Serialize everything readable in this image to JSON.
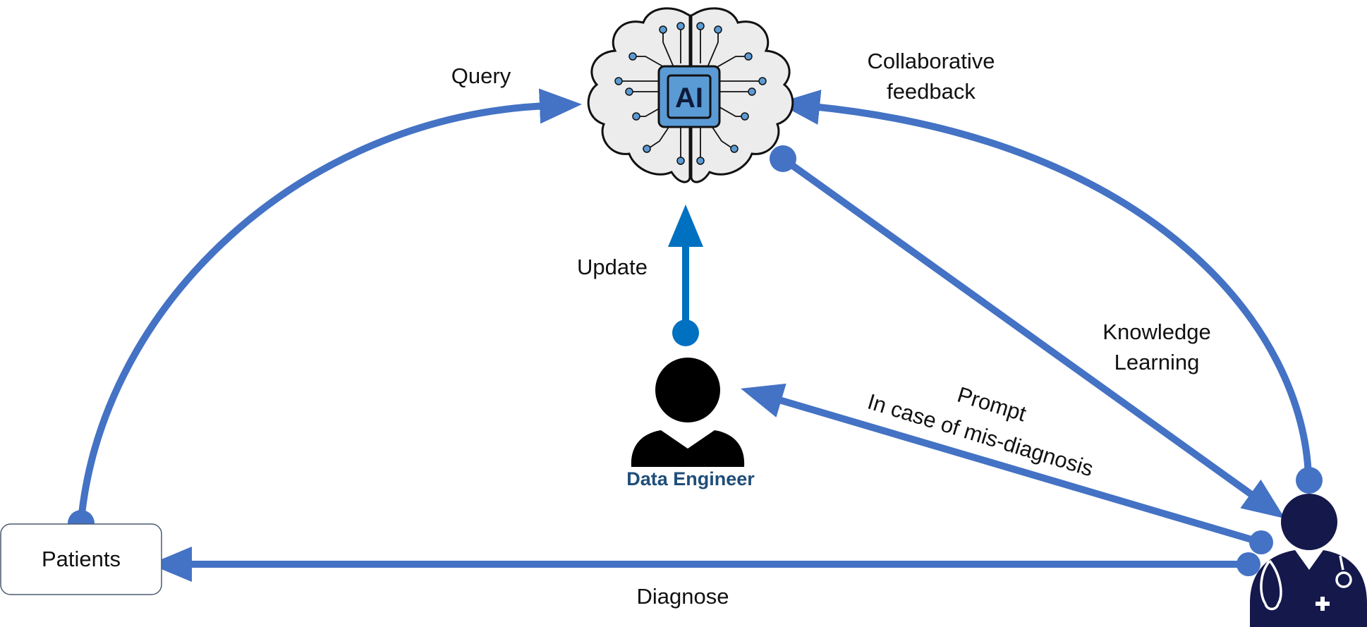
{
  "nodes": {
    "ai": {
      "chip_text": "AI"
    },
    "data_engineer": {
      "label": "Data Engineer"
    },
    "patients": {
      "label": "Patients"
    },
    "doctor": {
      "label": ""
    }
  },
  "edges": {
    "query": {
      "label": "Query"
    },
    "collab": {
      "line1": "Collaborative",
      "line2": "feedback"
    },
    "knowledge": {
      "line1": "Knowledge",
      "line2": "Learning"
    },
    "update": {
      "label": "Update"
    },
    "prompt": {
      "line1": "Prompt",
      "line2": "In case of mis-diagnosis"
    },
    "diagnose": {
      "label": "Diagnose"
    }
  },
  "colors": {
    "arrow": "#4472c4",
    "update_arrow": "#0070c0",
    "chip_fill": "#5b9bd5",
    "brain_fill": "#ececec",
    "doctor": "#14184a",
    "data_engineer_label": "#1f4e79"
  }
}
